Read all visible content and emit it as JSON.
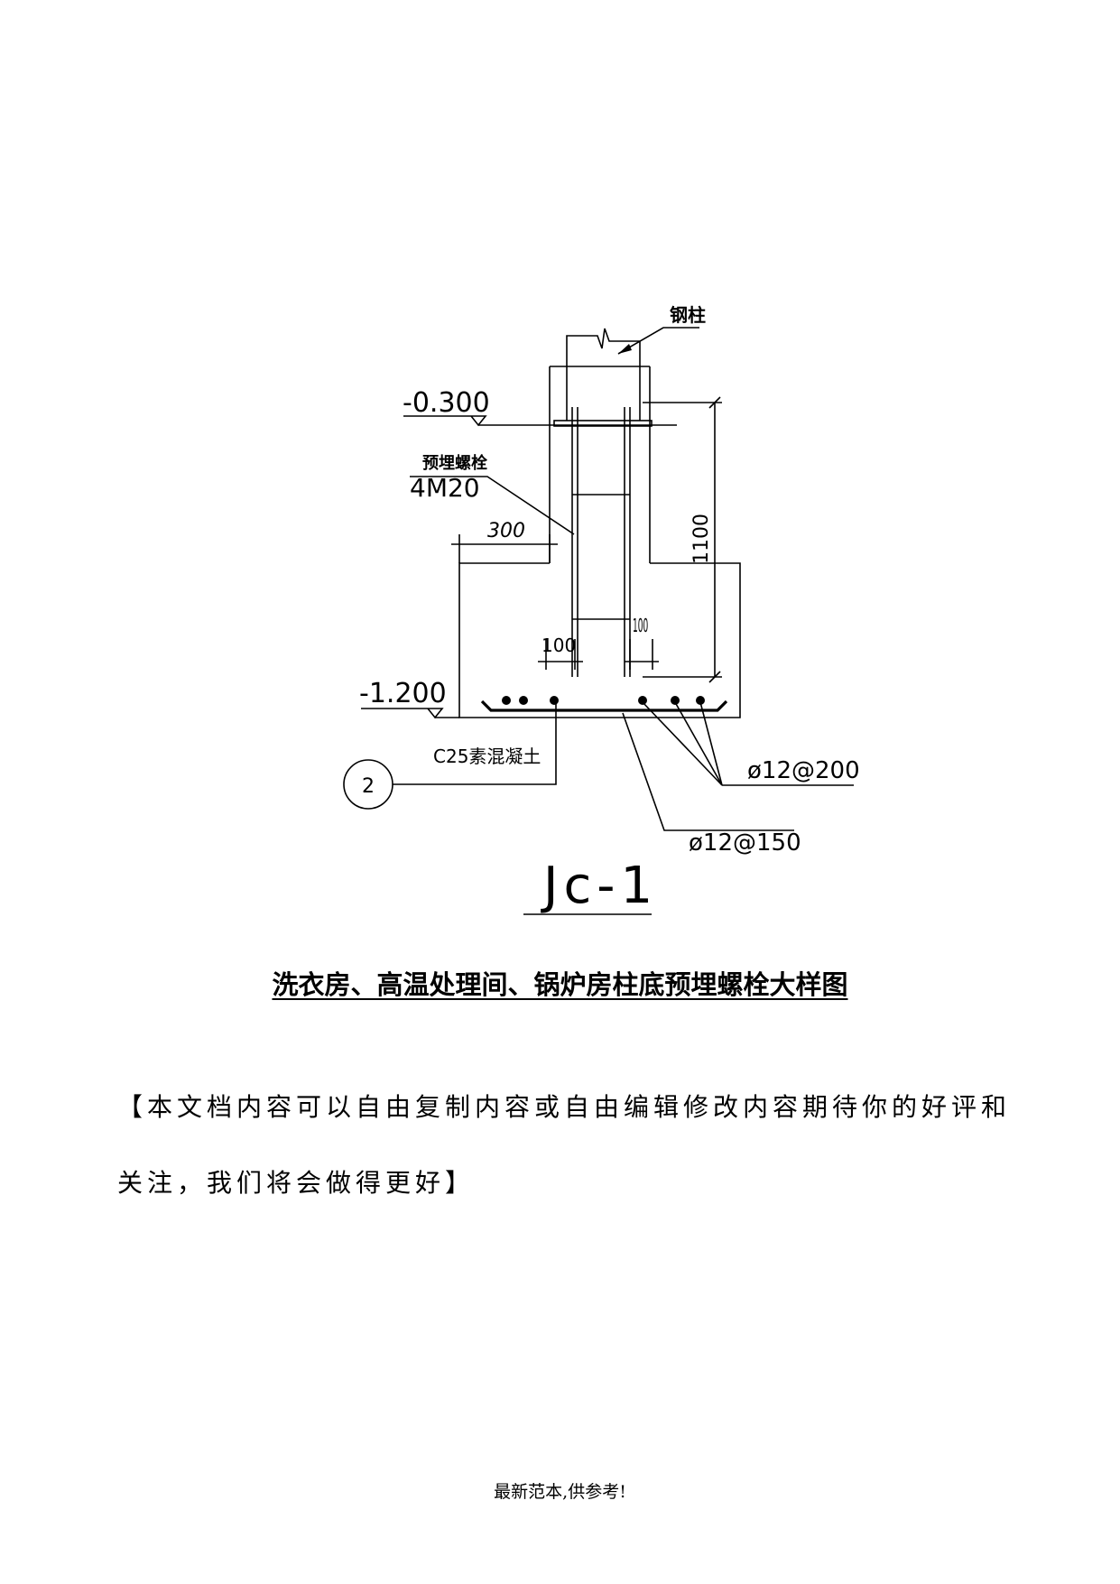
{
  "drawing": {
    "label_steel_column": "钢柱",
    "elev_top": "-0.300",
    "label_bolt": "预埋螺栓",
    "label_bolt_spec": "4M20",
    "dim_300": "300",
    "dim_1100": "1100",
    "dim_100_left": "100",
    "dim_100_right": "100",
    "elev_bottom": "-1.200",
    "label_concrete": "C25素混凝土",
    "marker_number": "2",
    "rebar_1": "ø12@200",
    "rebar_2": "ø12@150",
    "drawing_id": "Jc-1"
  },
  "caption": "洗衣房、高温处理间、锅炉房柱底预埋螺栓大样图",
  "notice": "【本文档内容可以自由复制内容或自由编辑修改内容期待你的好评和关注，我们将会做得更好】",
  "footer": "最新范本,供参考!"
}
